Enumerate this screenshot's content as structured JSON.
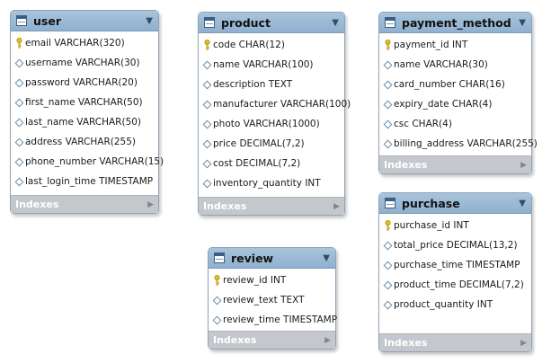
{
  "tables": {
    "user": {
      "name": "user",
      "columns": [
        {
          "label": "email VARCHAR(320)",
          "key": "primary"
        },
        {
          "label": "username VARCHAR(30)",
          "key": "none"
        },
        {
          "label": "password VARCHAR(20)",
          "key": "none"
        },
        {
          "label": "first_name VARCHAR(50)",
          "key": "none"
        },
        {
          "label": "last_name VARCHAR(50)",
          "key": "none"
        },
        {
          "label": "address VARCHAR(255)",
          "key": "none"
        },
        {
          "label": "phone_number VARCHAR(15)",
          "key": "none"
        },
        {
          "label": "last_login_time TIMESTAMP",
          "key": "none"
        }
      ],
      "indexes_label": "Indexes"
    },
    "product": {
      "name": "product",
      "columns": [
        {
          "label": "code CHAR(12)",
          "key": "primary"
        },
        {
          "label": "name VARCHAR(100)",
          "key": "none"
        },
        {
          "label": "description TEXT",
          "key": "none"
        },
        {
          "label": "manufacturer VARCHAR(100)",
          "key": "none"
        },
        {
          "label": "photo VARCHAR(1000)",
          "key": "none"
        },
        {
          "label": "price DECIMAL(7,2)",
          "key": "none"
        },
        {
          "label": "cost DECIMAL(7,2)",
          "key": "none"
        },
        {
          "label": "inventory_quantity INT",
          "key": "none"
        }
      ],
      "indexes_label": "Indexes"
    },
    "payment_method": {
      "name": "payment_method",
      "columns": [
        {
          "label": "payment_id INT",
          "key": "primary"
        },
        {
          "label": "name VARCHAR(30)",
          "key": "none"
        },
        {
          "label": "card_number CHAR(16)",
          "key": "none"
        },
        {
          "label": "expiry_date CHAR(4)",
          "key": "none"
        },
        {
          "label": "csc CHAR(4)",
          "key": "none"
        },
        {
          "label": "billing_address VARCHAR(255)",
          "key": "none"
        }
      ],
      "indexes_label": "Indexes"
    },
    "review": {
      "name": "review",
      "columns": [
        {
          "label": "review_id INT",
          "key": "primary"
        },
        {
          "label": "review_text TEXT",
          "key": "none"
        },
        {
          "label": "review_time TIMESTAMP",
          "key": "none"
        }
      ],
      "indexes_label": "Indexes"
    },
    "purchase": {
      "name": "purchase",
      "columns": [
        {
          "label": "purchase_id INT",
          "key": "primary"
        },
        {
          "label": "total_price DECIMAL(13,2)",
          "key": "none"
        },
        {
          "label": "purchase_time TIMESTAMP",
          "key": "none"
        },
        {
          "label": "product_time DECIMAL(7,2)",
          "key": "none"
        },
        {
          "label": "product_quantity INT",
          "key": "none"
        }
      ],
      "indexes_label": "Indexes"
    }
  },
  "colors": {
    "header": "#9dbbd6",
    "indexes_bar": "#c4c8cc",
    "key_icon": "#e8c21a"
  }
}
